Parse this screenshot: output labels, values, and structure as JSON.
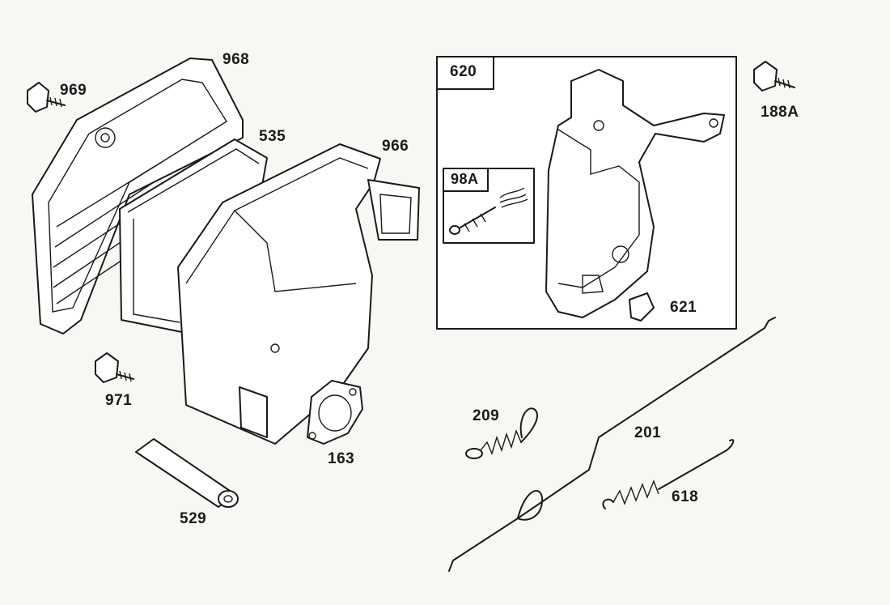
{
  "labels": {
    "p968": "968",
    "p969": "969",
    "p535": "535",
    "p966": "966",
    "p620": "620",
    "p188A": "188A",
    "p98A": "98A",
    "p621": "621",
    "p971": "971",
    "p209": "209",
    "p201": "201",
    "p163": "163",
    "p529": "529",
    "p618": "618"
  },
  "colors": {
    "ink": "#1a1a1a",
    "paper": "#f7f7f4"
  }
}
